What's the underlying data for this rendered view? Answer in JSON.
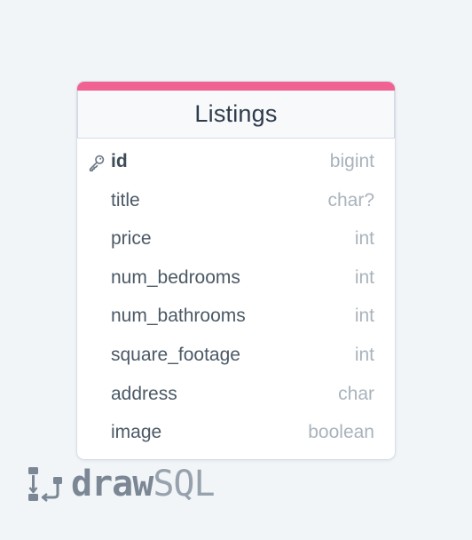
{
  "table": {
    "name": "Listings",
    "accent_color": "#f06292",
    "columns": [
      {
        "name": "id",
        "type": "bigint",
        "primary_key": true,
        "icon": "key-icon"
      },
      {
        "name": "title",
        "type": "char?"
      },
      {
        "name": "price",
        "type": "int"
      },
      {
        "name": "num_bedrooms",
        "type": "int"
      },
      {
        "name": "num_bathrooms",
        "type": "int"
      },
      {
        "name": "square_footage",
        "type": "int"
      },
      {
        "name": "address",
        "type": "char"
      },
      {
        "name": "image",
        "type": "boolean"
      }
    ]
  },
  "watermark": {
    "brand_bold": "draw",
    "brand_light": "SQL",
    "icon": "drawsql-logo-icon"
  }
}
